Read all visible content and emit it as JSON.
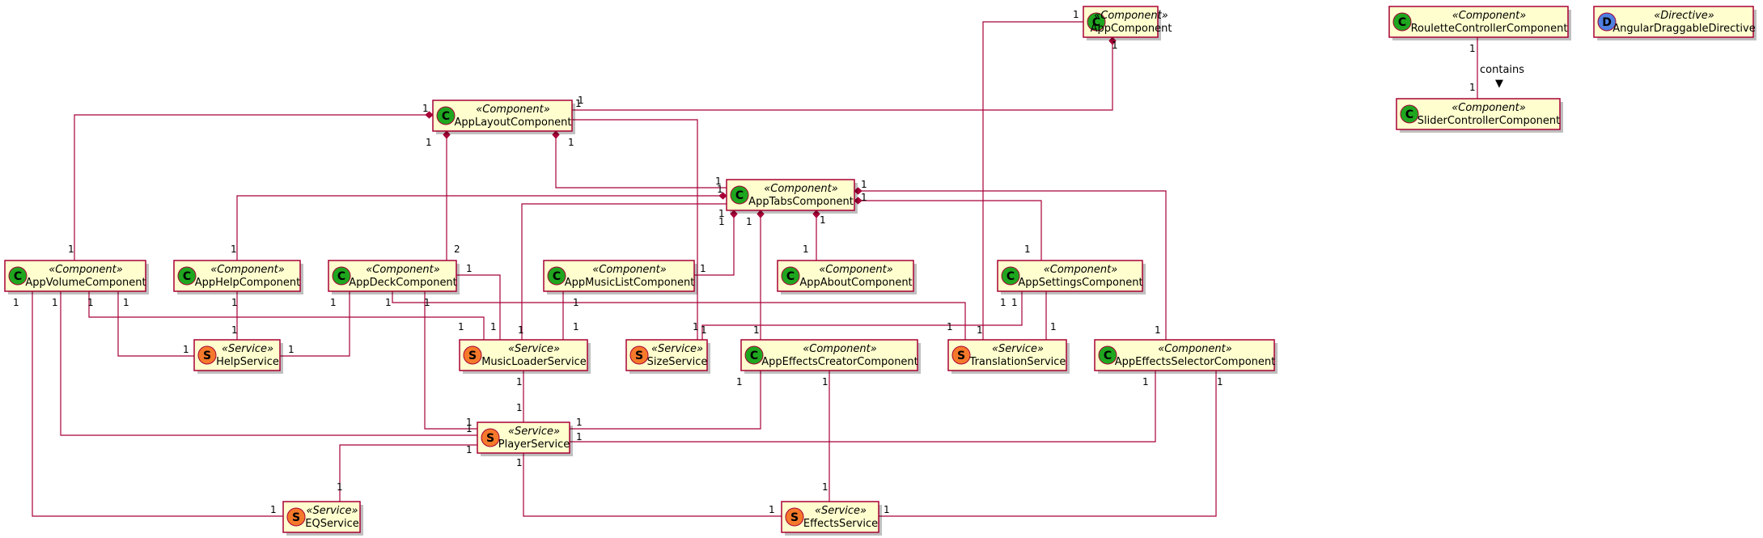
{
  "colors": {
    "node_fill": "#fefece",
    "border": "#a80036",
    "component_badge": "#1fa61f",
    "service_badge": "#f5792a",
    "directive_badge": "#4f7fe0"
  },
  "badges": {
    "component": "C",
    "service": "S",
    "directive": "D"
  },
  "nodes": [
    {
      "id": "app",
      "kind": "component",
      "stereotype": "«Component»",
      "name": "AppComponent"
    },
    {
      "id": "roulette",
      "kind": "component",
      "stereotype": "«Component»",
      "name": "RouletteControllerComponent"
    },
    {
      "id": "draggable",
      "kind": "directive",
      "stereotype": "«Directive»",
      "name": "AngularDraggableDirective"
    },
    {
      "id": "slider",
      "kind": "component",
      "stereotype": "«Component»",
      "name": "SliderControllerComponent"
    },
    {
      "id": "layout",
      "kind": "component",
      "stereotype": "«Component»",
      "name": "AppLayoutComponent"
    },
    {
      "id": "tabs",
      "kind": "component",
      "stereotype": "«Component»",
      "name": "AppTabsComponent"
    },
    {
      "id": "volume",
      "kind": "component",
      "stereotype": "«Component»",
      "name": "AppVolumeComponent"
    },
    {
      "id": "help",
      "kind": "component",
      "stereotype": "«Component»",
      "name": "AppHelpComponent"
    },
    {
      "id": "deck",
      "kind": "component",
      "stereotype": "«Component»",
      "name": "AppDeckComponent"
    },
    {
      "id": "musiclist",
      "kind": "component",
      "stereotype": "«Component»",
      "name": "AppMusicListComponent"
    },
    {
      "id": "about",
      "kind": "component",
      "stereotype": "«Component»",
      "name": "AppAboutComponent"
    },
    {
      "id": "settings",
      "kind": "component",
      "stereotype": "«Component»",
      "name": "AppSettingsComponent"
    },
    {
      "id": "helpsvc",
      "kind": "service",
      "stereotype": "«Service»",
      "name": "HelpService"
    },
    {
      "id": "musicloader",
      "kind": "service",
      "stereotype": "«Service»",
      "name": "MusicLoaderService"
    },
    {
      "id": "sizesvc",
      "kind": "service",
      "stereotype": "«Service»",
      "name": "SizeService"
    },
    {
      "id": "effcreator",
      "kind": "component",
      "stereotype": "«Component»",
      "name": "AppEffectsCreatorComponent"
    },
    {
      "id": "translation",
      "kind": "service",
      "stereotype": "«Service»",
      "name": "TranslationService"
    },
    {
      "id": "effselector",
      "kind": "component",
      "stereotype": "«Component»",
      "name": "AppEffectsSelectorComponent"
    },
    {
      "id": "player",
      "kind": "service",
      "stereotype": "«Service»",
      "name": "PlayerService"
    },
    {
      "id": "eq",
      "kind": "service",
      "stereotype": "«Service»",
      "name": "EQService"
    },
    {
      "id": "effects",
      "kind": "service",
      "stereotype": "«Service»",
      "name": "EffectsService"
    }
  ],
  "edges": [
    {
      "from": "app",
      "to": "layout",
      "composition": true,
      "label": "",
      "from_mult": "1",
      "to_mult": "1"
    },
    {
      "from": "app",
      "to": "translation",
      "composition": false,
      "label": "",
      "from_mult": "1",
      "to_mult": "1"
    },
    {
      "from": "roulette",
      "to": "slider",
      "composition": false,
      "label": "contains",
      "arrow": "▼",
      "from_mult": "1",
      "to_mult": "1"
    },
    {
      "from": "layout",
      "to": "volume",
      "composition": true,
      "label": "",
      "from_mult": "1",
      "to_mult": "1"
    },
    {
      "from": "layout",
      "to": "deck",
      "composition": true,
      "label": "",
      "from_mult": "1",
      "to_mult": "2"
    },
    {
      "from": "layout",
      "to": "tabs",
      "composition": true,
      "label": "",
      "from_mult": "1",
      "to_mult": "1"
    },
    {
      "from": "layout",
      "to": "sizesvc",
      "composition": false,
      "label": "",
      "from_mult": "1",
      "to_mult": "1"
    },
    {
      "from": "tabs",
      "to": "help",
      "composition": true,
      "label": "",
      "from_mult": "1",
      "to_mult": "1"
    },
    {
      "from": "tabs",
      "to": "musiclist",
      "composition": true,
      "label": "",
      "from_mult": "1",
      "to_mult": "1"
    },
    {
      "from": "tabs",
      "to": "effcreator",
      "composition": true,
      "label": "",
      "from_mult": "1",
      "to_mult": "1"
    },
    {
      "from": "tabs",
      "to": "about",
      "composition": true,
      "label": "",
      "from_mult": "1",
      "to_mult": "1"
    },
    {
      "from": "tabs",
      "to": "settings",
      "composition": true,
      "label": "",
      "from_mult": "1",
      "to_mult": "1"
    },
    {
      "from": "tabs",
      "to": "effselector",
      "composition": true,
      "label": "",
      "from_mult": "1",
      "to_mult": "1"
    },
    {
      "from": "tabs",
      "to": "musicloader",
      "composition": false,
      "label": "",
      "from_mult": "1",
      "to_mult": "1"
    },
    {
      "from": "volume",
      "to": "helpsvc",
      "composition": false,
      "label": "",
      "from_mult": "1",
      "to_mult": "1"
    },
    {
      "from": "volume",
      "to": "musicloader",
      "composition": false,
      "label": "",
      "from_mult": "1",
      "to_mult": "1"
    },
    {
      "from": "volume",
      "to": "player",
      "composition": false,
      "label": "",
      "from_mult": "1",
      "to_mult": "1"
    },
    {
      "from": "volume",
      "to": "eq",
      "composition": false,
      "label": "",
      "from_mult": "1",
      "to_mult": "1"
    },
    {
      "from": "help",
      "to": "helpsvc",
      "composition": false,
      "label": "",
      "from_mult": "1",
      "to_mult": "1"
    },
    {
      "from": "deck",
      "to": "helpsvc",
      "composition": false,
      "label": "",
      "from_mult": "1",
      "to_mult": "1"
    },
    {
      "from": "deck",
      "to": "musicloader",
      "composition": false,
      "label": "",
      "from_mult": "1",
      "to_mult": "1"
    },
    {
      "from": "deck",
      "to": "player",
      "composition": false,
      "label": "",
      "from_mult": "1",
      "to_mult": "1"
    },
    {
      "from": "deck",
      "to": "translation",
      "composition": false,
      "label": "",
      "from_mult": "1",
      "to_mult": "1"
    },
    {
      "from": "musiclist",
      "to": "musicloader",
      "composition": false,
      "label": "",
      "from_mult": "1",
      "to_mult": "1"
    },
    {
      "from": "settings",
      "to": "translation",
      "composition": false,
      "label": "",
      "from_mult": "1",
      "to_mult": "1"
    },
    {
      "from": "settings",
      "to": "sizesvc",
      "composition": false,
      "label": "",
      "from_mult": "1",
      "to_mult": "1"
    },
    {
      "from": "musicloader",
      "to": "player",
      "composition": false,
      "label": "",
      "from_mult": "1",
      "to_mult": "1"
    },
    {
      "from": "effcreator",
      "to": "player",
      "composition": false,
      "label": "",
      "from_mult": "1",
      "to_mult": "1"
    },
    {
      "from": "effcreator",
      "to": "effects",
      "composition": false,
      "label": "",
      "from_mult": "1",
      "to_mult": "1"
    },
    {
      "from": "effselector",
      "to": "player",
      "composition": false,
      "label": "",
      "from_mult": "1",
      "to_mult": "1"
    },
    {
      "from": "effselector",
      "to": "effects",
      "composition": false,
      "label": "",
      "from_mult": "1",
      "to_mult": "1"
    },
    {
      "from": "player",
      "to": "eq",
      "composition": false,
      "label": "",
      "from_mult": "1",
      "to_mult": "1"
    },
    {
      "from": "player",
      "to": "effects",
      "composition": false,
      "label": "",
      "from_mult": "1",
      "to_mult": "1"
    }
  ]
}
